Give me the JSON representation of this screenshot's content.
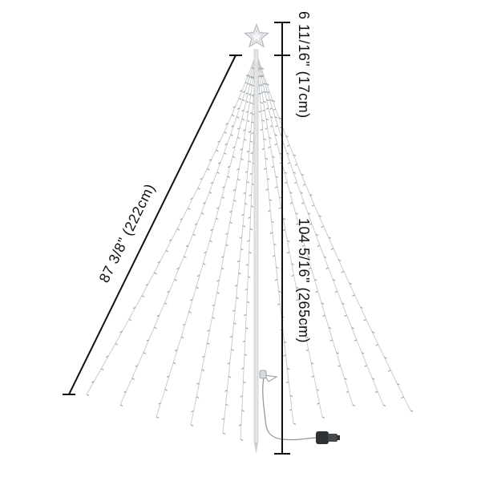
{
  "dimensions": {
    "star_height": "6 11/16\" (17cm)",
    "tree_height": "104 5/16\" (265cm)",
    "strand_length": "87 3/8\" (222cm)"
  },
  "colors": {
    "line": "#111111",
    "strand": "#b9bfc3",
    "bulb": "#9aa3a8",
    "pole": "#d6d8da",
    "star": "#cfd3d6",
    "controller": "#333333"
  }
}
